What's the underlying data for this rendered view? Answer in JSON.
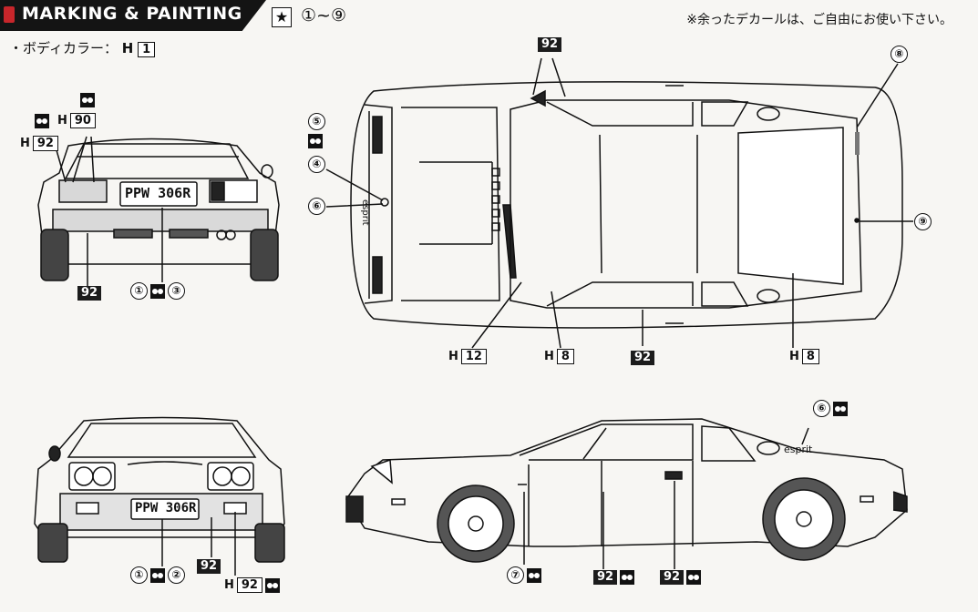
{
  "header": {
    "title": "MARKING & PAINTING",
    "range": "①~⑨",
    "star_icon": "star-icon",
    "note": "※余ったデカールは、ご自由にお使い下さい。"
  },
  "body_color": {
    "label": "・ボディカラー：",
    "paint_prefix": "H",
    "paint_number": "1"
  },
  "rear_view": {
    "plate": "PPW 306R",
    "labels": [
      {
        "prefix": "",
        "num": "90",
        "kind": "box",
        "id": "rear-h90"
      },
      {
        "prefix": "H",
        "num": "92",
        "kind": "box",
        "id": "rear-h92"
      },
      {
        "prefix": "",
        "num": "92",
        "kind": "dark",
        "id": "rear-92"
      }
    ],
    "decals": [
      "①",
      "③"
    ]
  },
  "front_view": {
    "plate": "PPW 306R",
    "paint_dark": "92",
    "paint_box_prefix": "H",
    "paint_box": "92",
    "decals": [
      "①",
      "②"
    ]
  },
  "top_view": {
    "paint_dark_top": "92",
    "decal_5": "⑤",
    "decal_4": "④",
    "decal_6": "⑥",
    "decal_8": "⑧",
    "decal_9": "⑨",
    "bottom_labels": [
      {
        "prefix": "H",
        "num": "12"
      },
      {
        "prefix": "H",
        "num": "8"
      },
      {
        "prefix": "",
        "num": "92"
      },
      {
        "prefix": "H",
        "num": "8"
      }
    ],
    "badge": "esprit"
  },
  "side_view": {
    "decal_6": "⑥",
    "decal_7": "⑦",
    "paint_a": "92",
    "paint_b": "92",
    "badge": "esprit"
  },
  "colors": {
    "ink": "#111111",
    "paper": "#f7f6f3",
    "header_bg": "#141414",
    "logo": "#c8262b"
  }
}
